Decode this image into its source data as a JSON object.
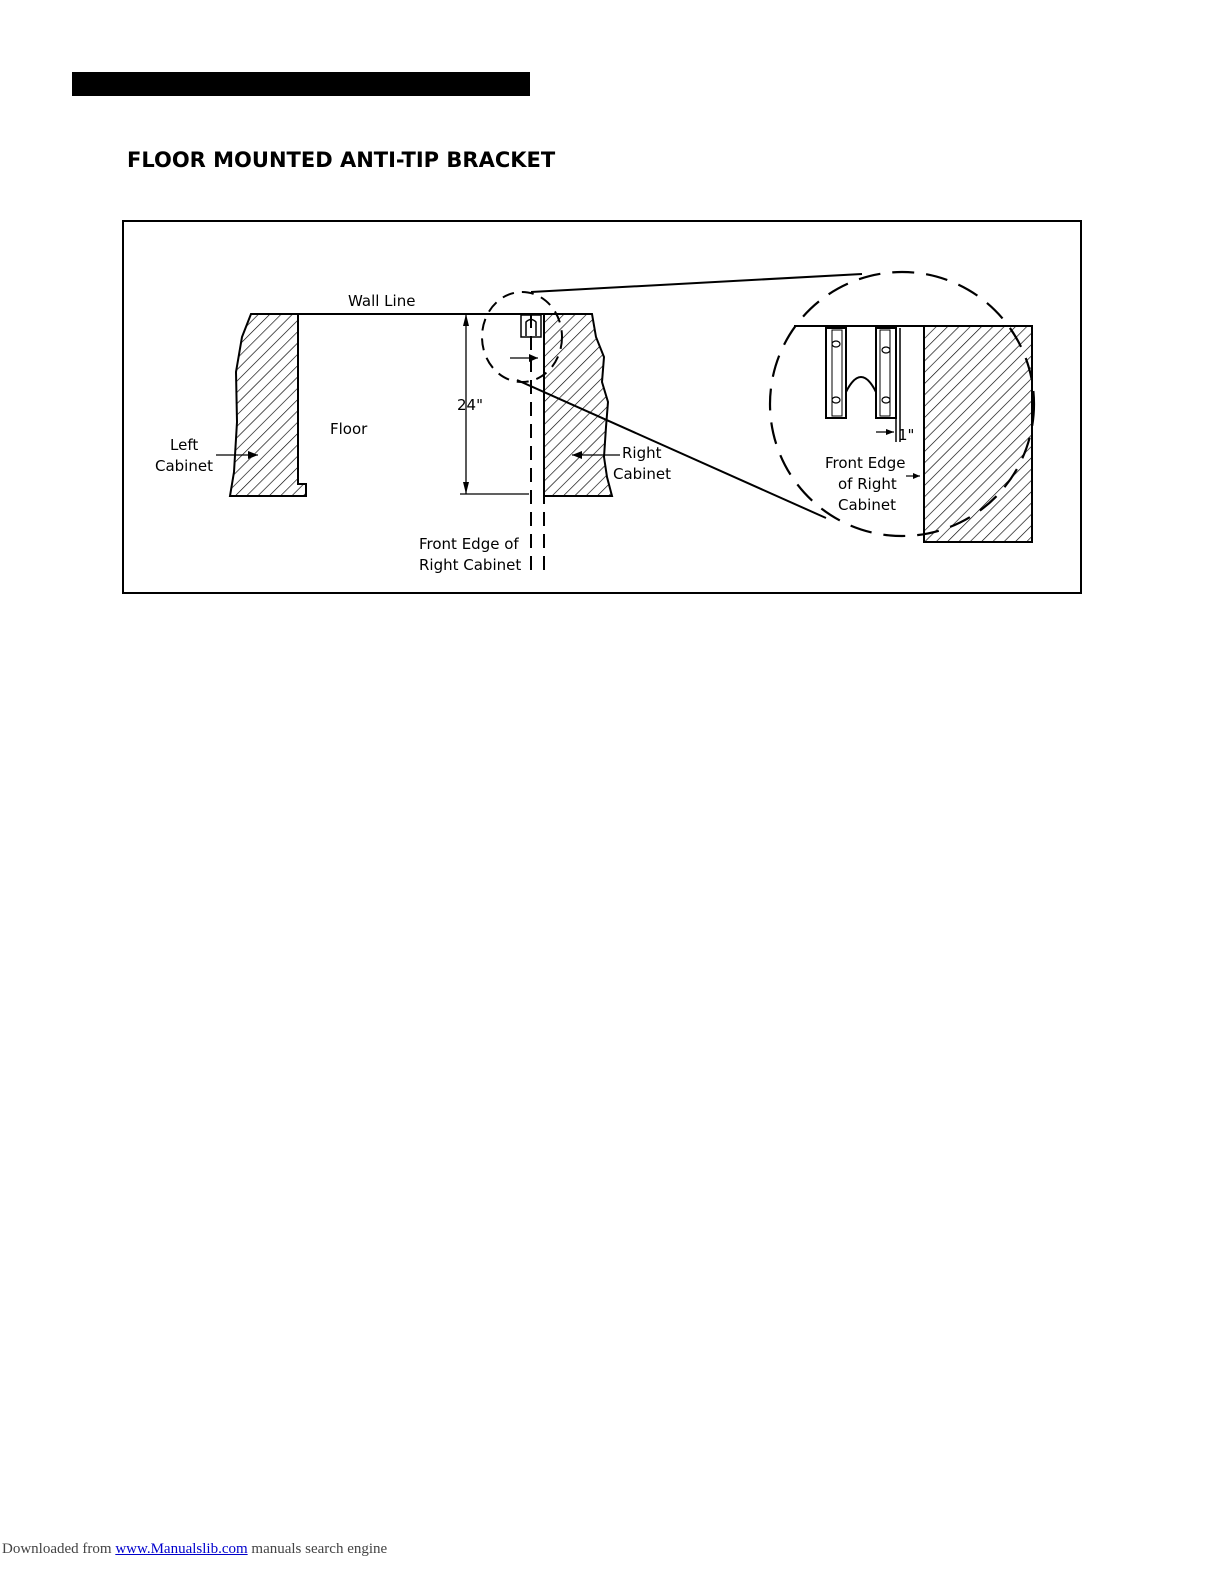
{
  "section_title": "FLOOR MOUNTED ANTI-TIP BRACKET",
  "diagram": {
    "wall_line": "Wall Line",
    "floor": "Floor",
    "left_cabinet_line1": "Left",
    "left_cabinet_line2": "Cabinet",
    "right_cabinet_line1": "Right",
    "right_cabinet_line2": "Cabinet",
    "dimension_24": "24\"",
    "front_edge_line1": "Front Edge of",
    "front_edge_line2": "Right Cabinet",
    "detail_front_edge_line1": "Front Edge",
    "detail_front_edge_line2": "of Right",
    "detail_front_edge_line3": "Cabinet",
    "dimension_1": "1\""
  },
  "footer": {
    "prefix": "Downloaded from ",
    "link_text": "www.Manualslib.com",
    "suffix": "  manuals search engine"
  }
}
